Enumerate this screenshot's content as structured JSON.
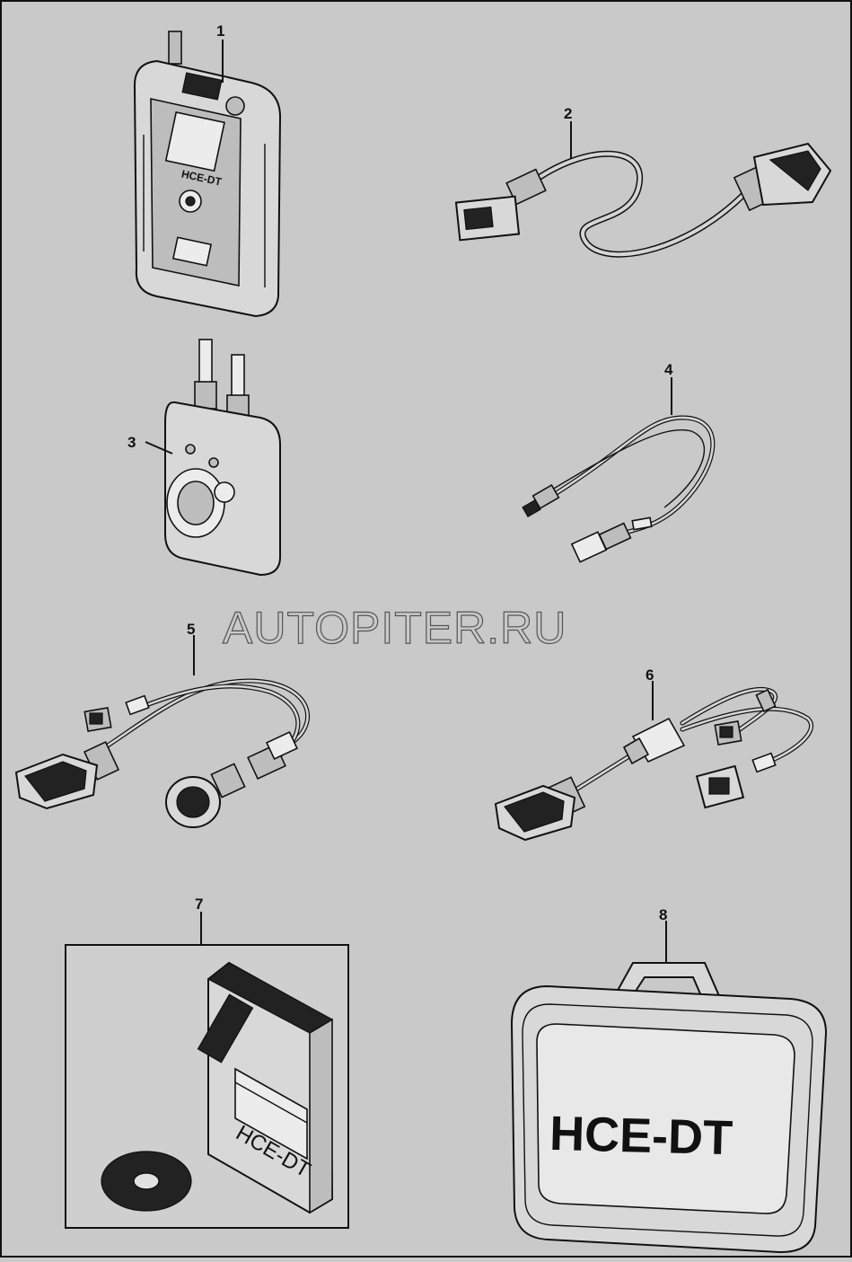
{
  "watermark": "AUTOPITER.RU",
  "callouts": [
    {
      "number": "1"
    },
    {
      "number": "2"
    },
    {
      "number": "3"
    },
    {
      "number": "4"
    },
    {
      "number": "5"
    },
    {
      "number": "6"
    },
    {
      "number": "7"
    },
    {
      "number": "8"
    }
  ],
  "labels": {
    "device_model": "HCE-DT",
    "manual_title": "HCE-DT",
    "case_title": "HCE-DT"
  }
}
